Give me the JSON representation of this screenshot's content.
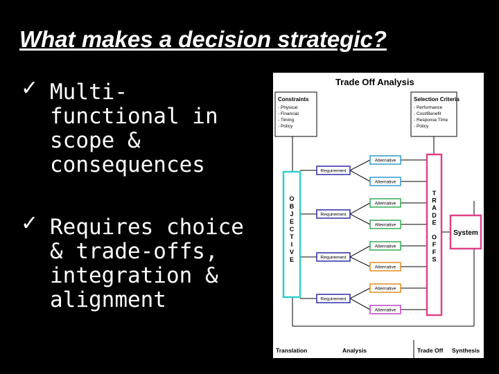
{
  "title": "What makes a decision strategic?",
  "bullets": [
    {
      "check": "✓",
      "lines": [
        "Multi-",
        "functional in",
        "scope &",
        "consequences"
      ]
    },
    {
      "check": "✓",
      "lines": [
        "Requires choice",
        "& trade-offs,",
        "integration &",
        "alignment"
      ]
    }
  ],
  "diagram": {
    "title": "Trade Off Analysis",
    "constraints": {
      "heading": "Constraints",
      "items": [
        "- Physical",
        "- Financial",
        "- Timing",
        "- Policy"
      ]
    },
    "criteria": {
      "heading": "Selection Criteria",
      "items": [
        "- Performance",
        "- Cost/Benefit",
        "- Response Time",
        "- Policy"
      ]
    },
    "objective_letters": [
      "O",
      "B",
      "J",
      "E",
      "C",
      "T",
      "I",
      "V",
      "E"
    ],
    "tradeoffs_letters": [
      "T",
      "R",
      "A",
      "D",
      "E",
      "",
      "O",
      "F",
      "F",
      "S"
    ],
    "requirement_label": "Requirement",
    "alternative_label": "Alternative",
    "system_label": "System",
    "phases": [
      "Translation",
      "Analysis",
      "Trade Off",
      "Synthesis"
    ],
    "colors": {
      "objective": "#33cccc",
      "tradeoffs": "#e0408a",
      "system": "#e0408a",
      "requirement": "#2a2aa8",
      "alternatives": [
        "#3399cc",
        "#3399cc",
        "#33aa55",
        "#33aa55",
        "#33aa55",
        "#e08a20",
        "#e08a20",
        "#c040c0"
      ]
    }
  }
}
